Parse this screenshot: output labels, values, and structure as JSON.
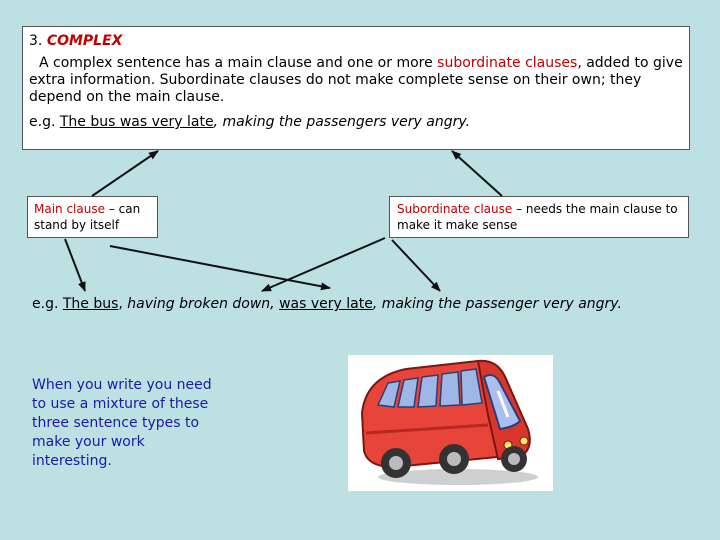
{
  "heading": {
    "number": "3.",
    "title": "COMPLEX"
  },
  "intro": {
    "p1": "A complex sentence has a main clause and one or more ",
    "highlight": "subordinate clauses",
    "p2": ", added to give extra information.  Subordinate clauses do not make complete sense on their own; they depend on the main clause."
  },
  "example1": {
    "prefix": "e.g. ",
    "main": "The bus was very late",
    "rest": ", making the passengers very angry."
  },
  "main_clause": {
    "label": "Main clause",
    "desc": " – can stand by itself"
  },
  "sub_clause": {
    "label": "Subordinate clause",
    "desc": " – needs the main clause to make it make sense"
  },
  "example2": {
    "prefix": "e.g. ",
    "subject": "The bus",
    "comma1": ",",
    "sub1": " having broken down,",
    "space": " ",
    "verb": "was very late",
    "sub2": ", making the passenger very angry."
  },
  "tip": "When you write you need to use a mixture of these three sentence types to make your work interesting.",
  "colors": {
    "red": "#c00000",
    "blue": "#1a1aa6",
    "background": "#bde0e3",
    "bus": "#e8453a"
  }
}
